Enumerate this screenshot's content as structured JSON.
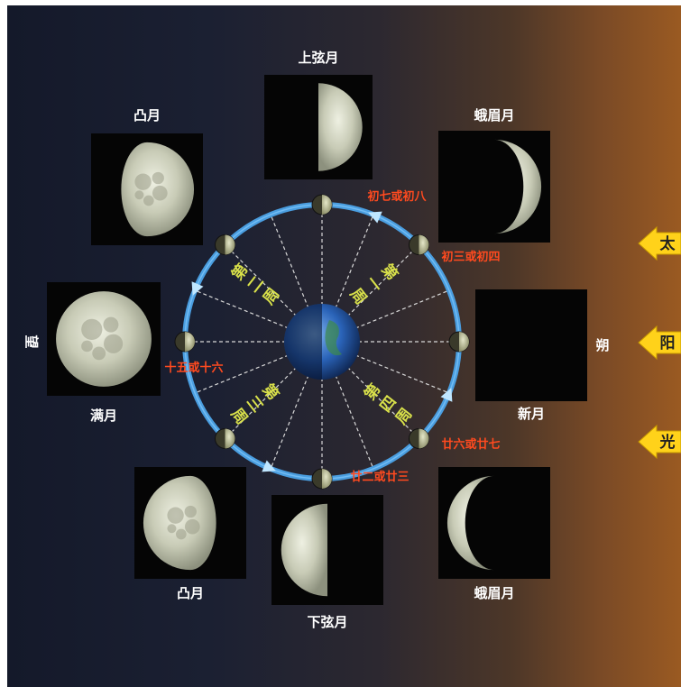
{
  "sun": {
    "chars": [
      "太",
      "阳",
      "光"
    ]
  },
  "side_labels": {
    "new": "朔",
    "full": "望"
  },
  "photos": [
    {
      "key": "first_quarter",
      "label": "上弦月",
      "shape": "half-right"
    },
    {
      "key": "waxing_crescent",
      "label": "蛾眉月",
      "shape": "crescent-right"
    },
    {
      "key": "new_moon",
      "label": "新月",
      "shape": "none"
    },
    {
      "key": "waning_crescent",
      "label": "蛾眉月",
      "shape": "crescent-left"
    },
    {
      "key": "third_quarter",
      "label": "下弦月",
      "shape": "half-left"
    },
    {
      "key": "waning_gibbous",
      "label": "凸月",
      "shape": "gibbous-left"
    },
    {
      "key": "full_moon",
      "label": "满月",
      "shape": "full"
    },
    {
      "key": "waxing_gibbous",
      "label": "凸月",
      "shape": "gibbous-right"
    }
  ],
  "day_labels": {
    "first_quarter": "初七或初八",
    "waxing_crescent": "初三或初四",
    "full_moon": "十五或十六",
    "waning_crescent": "廿六或廿七",
    "third_quarter": "廿二或廿三"
  },
  "arc_labels": {
    "q1": [
      "第",
      "一",
      "周"
    ],
    "q2": [
      "第",
      "二",
      "周"
    ],
    "q3": [
      "第",
      "三",
      "周"
    ],
    "q4": [
      "第",
      "四",
      "周"
    ]
  },
  "colors": {
    "orbit": "#4a9ee0",
    "day_label": "#ff4a1f",
    "arc_label": "#d8e04a",
    "sun_arrow": "#ffd21a",
    "earth": "#2a63b8"
  }
}
